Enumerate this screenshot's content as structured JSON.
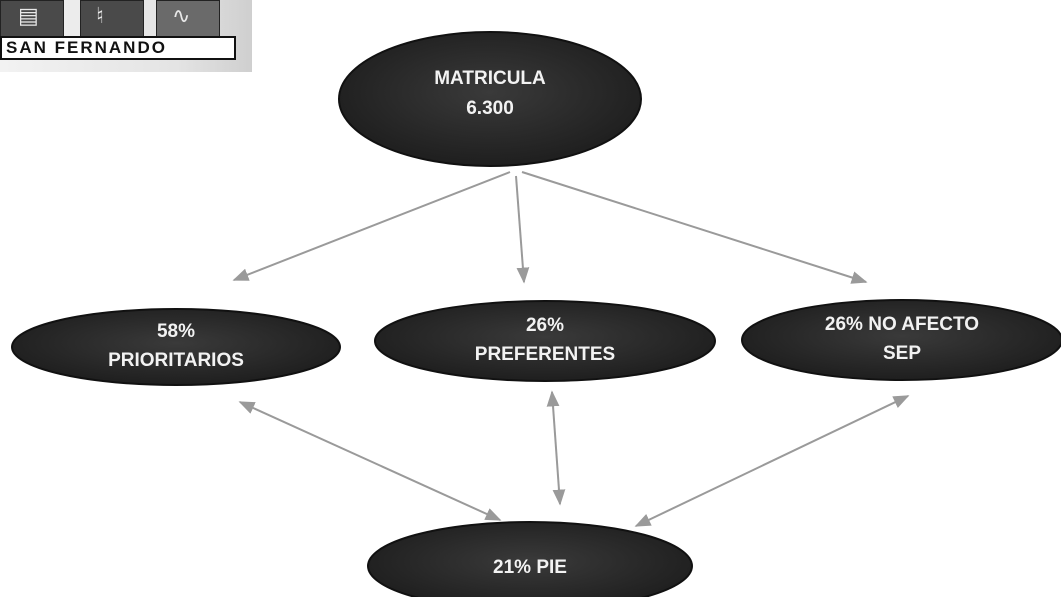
{
  "logo": {
    "text": "SAN FERNANDO",
    "icons": [
      "book-icon",
      "people-icon",
      "swirl-icon"
    ]
  },
  "nodes": {
    "matricula": {
      "lines": [
        "MATRICULA",
        "6.300"
      ]
    },
    "prioritarios": {
      "lines": [
        "58%",
        "PRIORITARIOS"
      ]
    },
    "preferentes": {
      "lines": [
        "26%",
        "PREFERENTES"
      ]
    },
    "no_afecto": {
      "lines": [
        "26% NO AFECTO",
        "SEP"
      ]
    },
    "pie": {
      "lines": [
        "21% PIE"
      ]
    }
  },
  "colors": {
    "node_fill": "#2b2b2b",
    "node_text": "#f2f2f2",
    "arrow": "#9a9a9a"
  }
}
